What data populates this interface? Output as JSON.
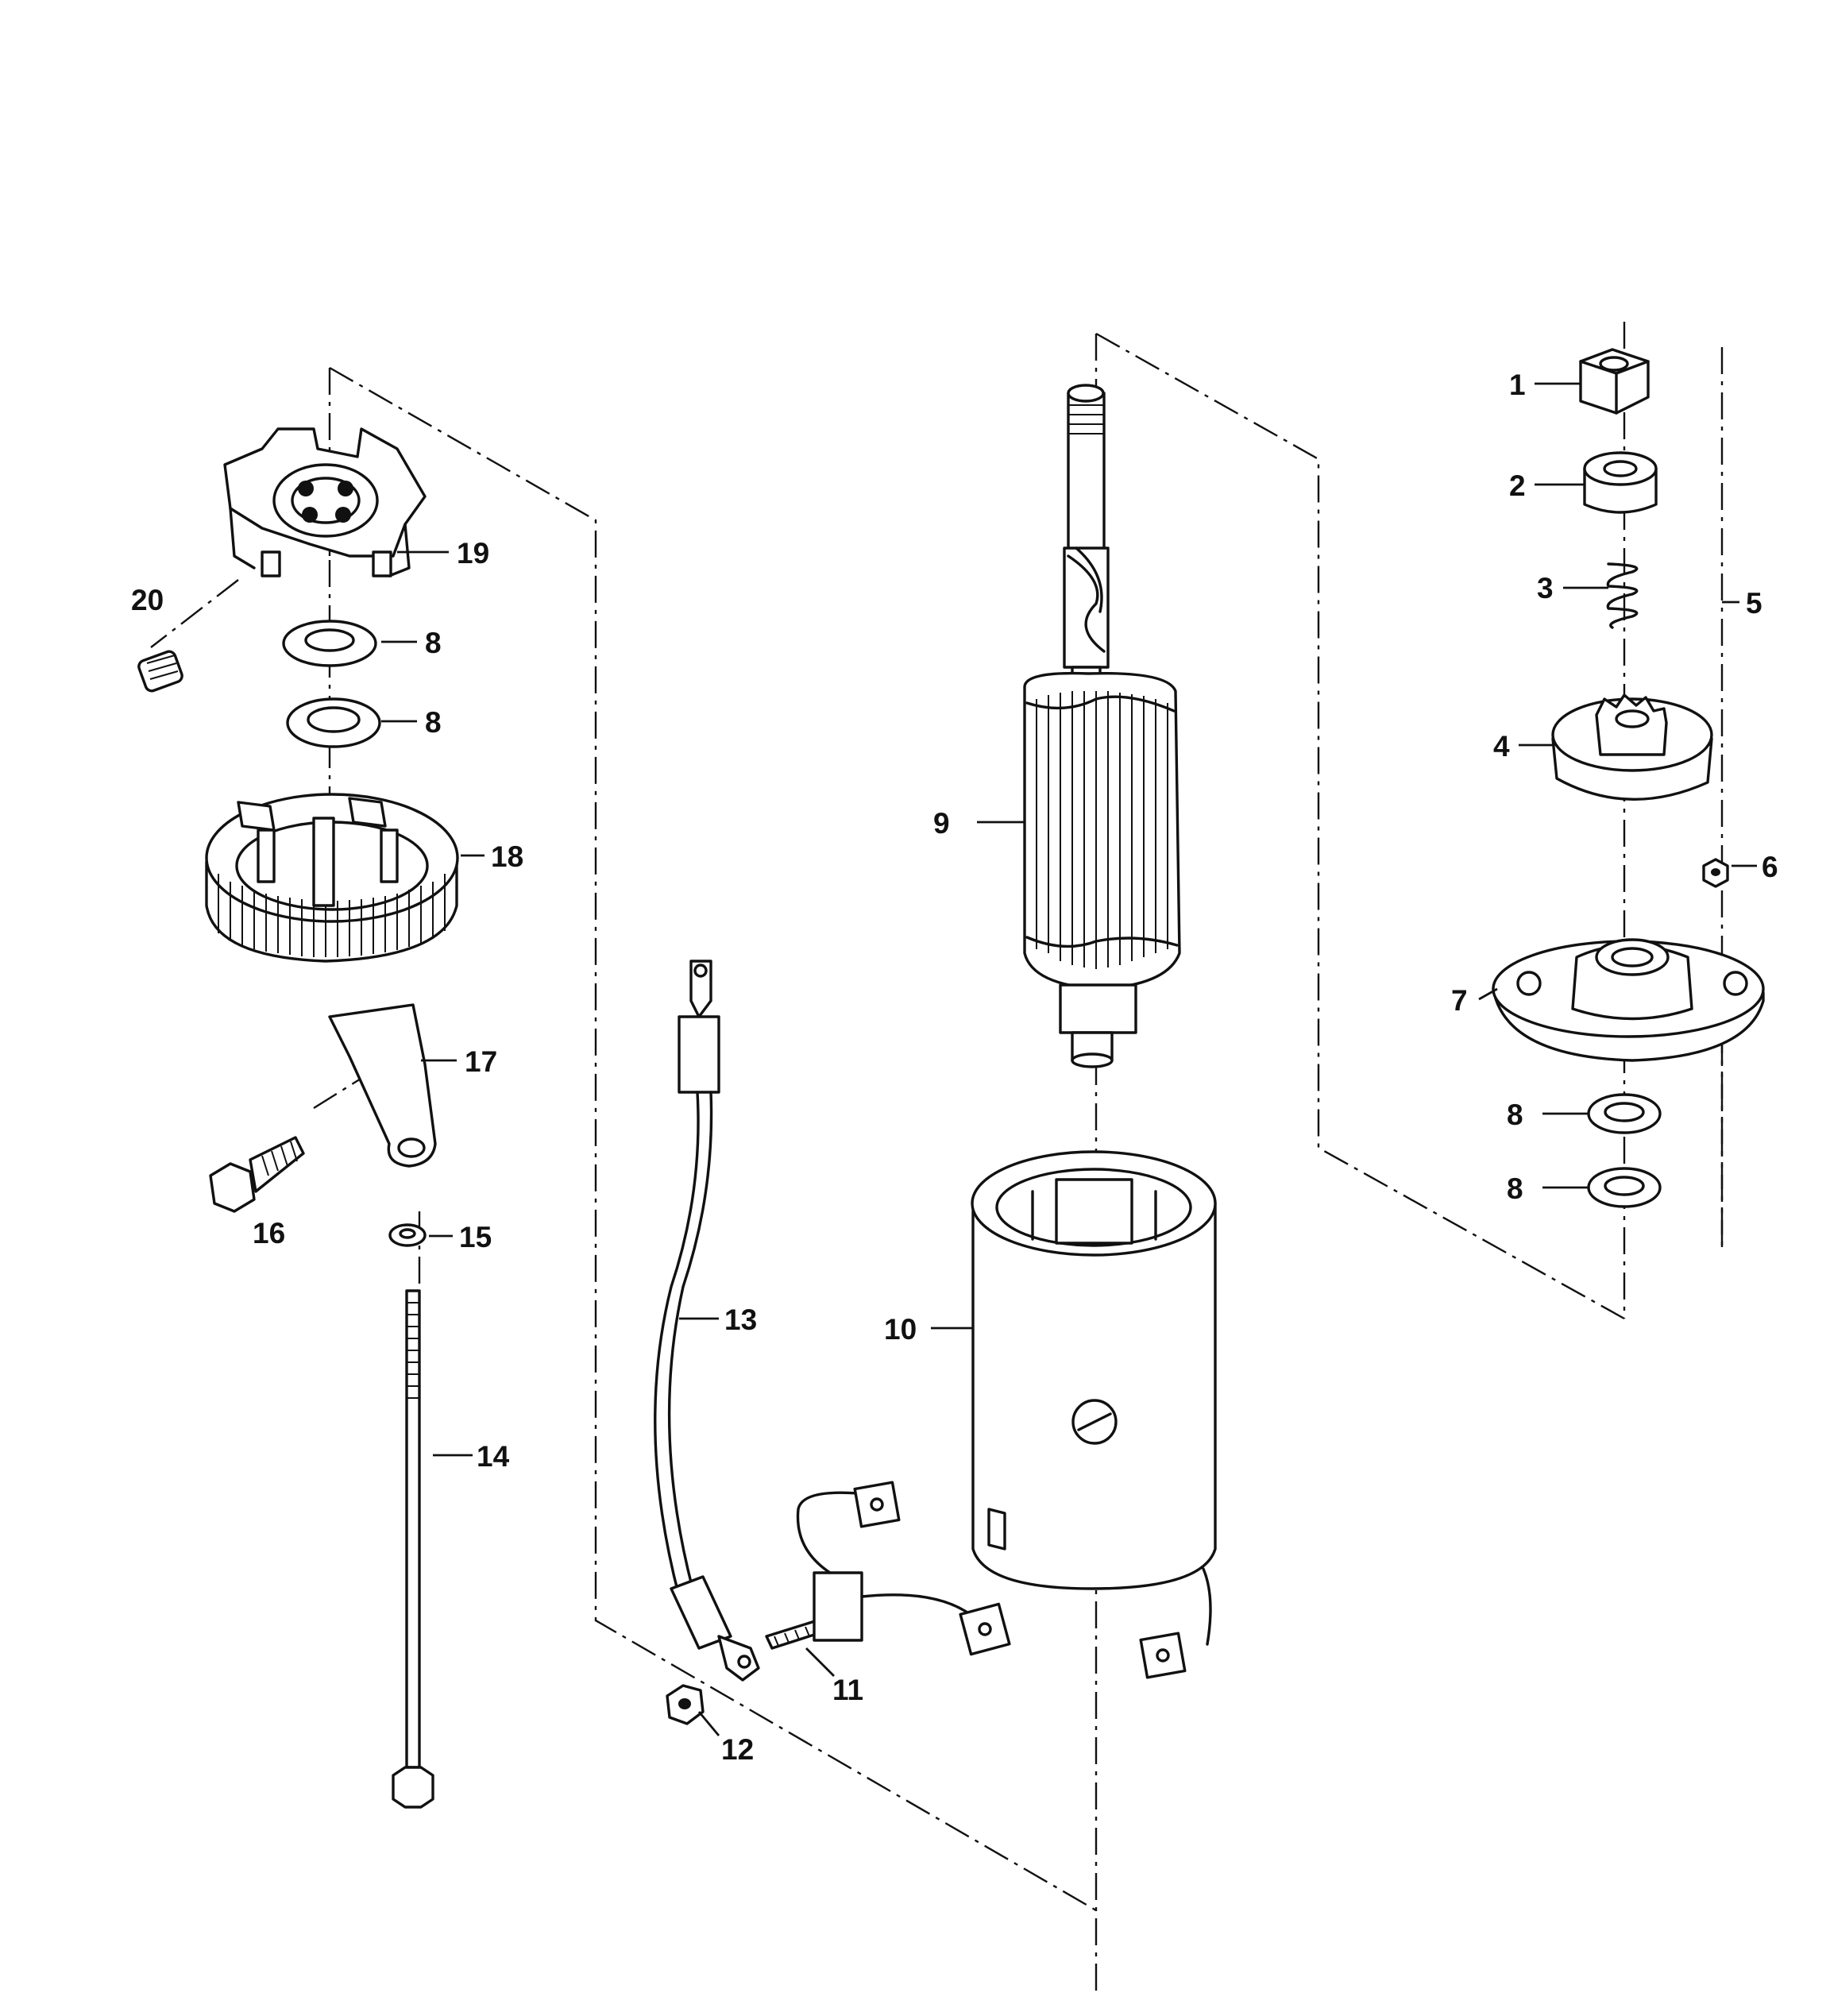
{
  "diagram": {
    "type": "exploded-parts-view",
    "ink_color": "#111111",
    "background": "#ffffff",
    "callouts": [
      {
        "id": "c1",
        "text": "1"
      },
      {
        "id": "c2",
        "text": "2"
      },
      {
        "id": "c3",
        "text": "3"
      },
      {
        "id": "c4",
        "text": "4"
      },
      {
        "id": "c5",
        "text": "5"
      },
      {
        "id": "c6",
        "text": "6"
      },
      {
        "id": "c7",
        "text": "7"
      },
      {
        "id": "c8a",
        "text": "8"
      },
      {
        "id": "c8b",
        "text": "8"
      },
      {
        "id": "c8c",
        "text": "8"
      },
      {
        "id": "c8d",
        "text": "8"
      },
      {
        "id": "c9",
        "text": "9"
      },
      {
        "id": "c10",
        "text": "10"
      },
      {
        "id": "c11",
        "text": "11"
      },
      {
        "id": "c12",
        "text": "12"
      },
      {
        "id": "c13",
        "text": "13"
      },
      {
        "id": "c14",
        "text": "14"
      },
      {
        "id": "c15",
        "text": "15"
      },
      {
        "id": "c16",
        "text": "16"
      },
      {
        "id": "c17",
        "text": "17"
      },
      {
        "id": "c18",
        "text": "18"
      },
      {
        "id": "c19",
        "text": "19"
      },
      {
        "id": "c20",
        "text": "20"
      }
    ]
  }
}
